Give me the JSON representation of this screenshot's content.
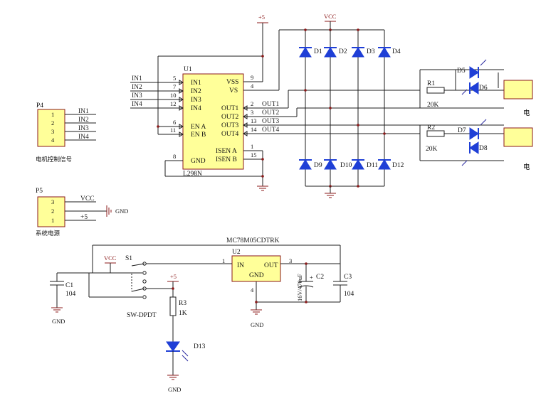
{
  "u1": {
    "ref": "U1",
    "part": "L298N",
    "left_pins": [
      {
        "num": "5",
        "name": "IN1"
      },
      {
        "num": "7",
        "name": "IN2"
      },
      {
        "num": "10",
        "name": "IN3"
      },
      {
        "num": "12",
        "name": "IN4"
      },
      {
        "num": "6",
        "name": "EN A"
      },
      {
        "num": "11",
        "name": "EN B"
      },
      {
        "num": "8",
        "name": "GND"
      }
    ],
    "right_pins": [
      {
        "num": "9",
        "name": "VSS"
      },
      {
        "num": "4",
        "name": "VS"
      },
      {
        "num": "2",
        "name": "OUT1"
      },
      {
        "num": "3",
        "name": "OUT2"
      },
      {
        "num": "13",
        "name": "OUT3"
      },
      {
        "num": "14",
        "name": "OUT4"
      },
      {
        "num": "1",
        "name": "ISEN A"
      },
      {
        "num": "15",
        "name": "ISEN B"
      }
    ],
    "input_nets": [
      "IN1",
      "IN2",
      "IN3",
      "IN4"
    ],
    "output_nets": [
      "OUT1",
      "OUT2",
      "OUT3",
      "OUT4"
    ]
  },
  "p4": {
    "ref": "P4",
    "pins": [
      "1",
      "2",
      "3",
      "4"
    ],
    "nets": [
      "IN1",
      "IN2",
      "IN3",
      "IN4"
    ],
    "caption": "电机控制信号"
  },
  "p5": {
    "ref": "P5",
    "pins": [
      "3",
      "2",
      "1"
    ],
    "nets": [
      "VCC",
      "+5"
    ],
    "gnd": "GND",
    "caption": "系统电源"
  },
  "power": {
    "vcc": "VCC",
    "plus5": "+5",
    "gnd": "GND"
  },
  "diodes_top": [
    "D1",
    "D2",
    "D3",
    "D4"
  ],
  "diodes_bottom": [
    "D9",
    "D10",
    "D11",
    "D12"
  ],
  "indicators": {
    "r1": {
      "ref": "R1",
      "value": "20K"
    },
    "r2": {
      "ref": "R2",
      "value": "20K"
    },
    "leds_a": [
      "D5",
      "D6"
    ],
    "leds_b": [
      "D7",
      "D8"
    ],
    "cut_label": "电"
  },
  "regulator": {
    "part": "MC78M05CDTRK",
    "ref": "U2",
    "pin_in": "IN",
    "pin_out": "OUT",
    "pin_gnd": "GND",
    "pin_in_num": "1",
    "pin_out_num": "3",
    "pin_gnd_num": "4"
  },
  "caps": {
    "c1": {
      "ref": "C1",
      "value": "104"
    },
    "c2": {
      "ref": "C2",
      "value": "16V/470uF",
      "polarity": "+"
    },
    "c3": {
      "ref": "C3",
      "value": "104"
    }
  },
  "switch": {
    "ref": "S1",
    "part": "SW-DPDT"
  },
  "r3": {
    "ref": "R3",
    "value": "1K"
  },
  "d13": {
    "ref": "D13"
  }
}
